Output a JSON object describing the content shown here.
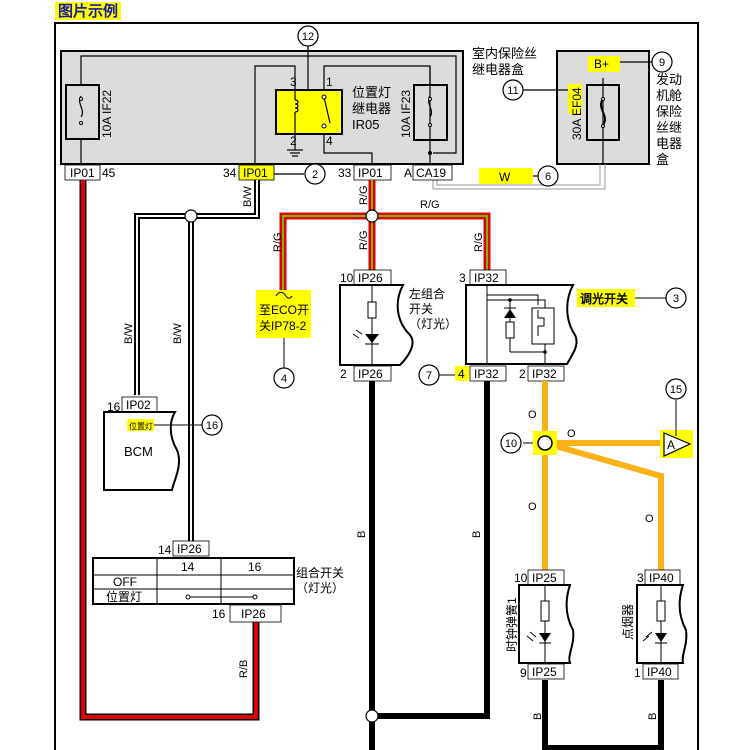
{
  "title": "图片示例",
  "colors": {
    "yellow_highlight": "#ffff00",
    "box_fill": "#dcdcdc",
    "wire_red": "#e00000",
    "wire_green": "#7ab800",
    "wire_orange": "#fbb117",
    "wire_black": "#000000"
  },
  "boxes": {
    "interior_fuse_box": "室内保险丝继电器盒",
    "interior_fuse_box_lines": [
      "室内保险丝",
      "继电器盒"
    ],
    "engine_fuse_box_lines": [
      "发动",
      "机舱",
      "保险",
      "丝继",
      "电器",
      "盒"
    ]
  },
  "fuses": {
    "if22": {
      "rating": "10A",
      "id": "IF22"
    },
    "if23": {
      "rating": "10A",
      "id": "IF23"
    },
    "ef04": {
      "rating": "30A",
      "id": "EF04"
    }
  },
  "relay": {
    "name_lines": [
      "位置灯",
      "继电器",
      "IR05"
    ],
    "pins": [
      "3",
      "1",
      "2",
      "4"
    ]
  },
  "labels": {
    "b_plus": "B+",
    "w": "W",
    "eco_lines": [
      "至ECO开",
      "关IP78-2"
    ],
    "dimmer_switch": "调光开关",
    "left_combo_lines": [
      "左组合",
      "开关",
      "（灯光）"
    ],
    "bcm": "BCM",
    "bcm_pin_label": "位置灯",
    "combo_switch_lines": [
      "组合开关",
      "（灯光）"
    ],
    "clock_spring": "时钟弹簧1",
    "cigarette_lighter": "点烟器",
    "connector_a": "A"
  },
  "connectors": {
    "ip01_45": {
      "pin": "45",
      "name": "IP01"
    },
    "ip01_34": {
      "pin": "34",
      "name": "IP01"
    },
    "ip01_33": {
      "pin": "33",
      "name": "IP01"
    },
    "ca19": {
      "pin": "A",
      "name": "CA19"
    },
    "ip26_10": {
      "pin": "10",
      "name": "IP26"
    },
    "ip26_2": {
      "pin": "2",
      "name": "IP26"
    },
    "ip32_3": {
      "pin": "3",
      "name": "IP32"
    },
    "ip32_4": {
      "pin": "4",
      "name": "IP32"
    },
    "ip32_2": {
      "pin": "2",
      "name": "IP32"
    },
    "ip02_16": {
      "pin": "16",
      "name": "IP02"
    },
    "ip26_14": {
      "pin": "14",
      "name": "IP26"
    },
    "ip26_16": {
      "pin": "16",
      "name": "IP26"
    },
    "ip25_10": {
      "pin": "10",
      "name": "IP25"
    },
    "ip25_9": {
      "pin": "9",
      "name": "IP25"
    },
    "ip40_3": {
      "pin": "3",
      "name": "IP40"
    },
    "ip40_1": {
      "pin": "1",
      "name": "IP40"
    }
  },
  "wires": {
    "bw": "B/W",
    "rg": "R/G",
    "rb": "R/B",
    "b": "B",
    "o": "O"
  },
  "switch_table": {
    "headers": [
      "",
      "14",
      "16"
    ],
    "rows": [
      {
        "label": "OFF"
      },
      {
        "label": "位置灯"
      }
    ]
  },
  "callouts": [
    "12",
    "2",
    "11",
    "9",
    "6",
    "3",
    "4",
    "7",
    "15",
    "10",
    "16"
  ]
}
